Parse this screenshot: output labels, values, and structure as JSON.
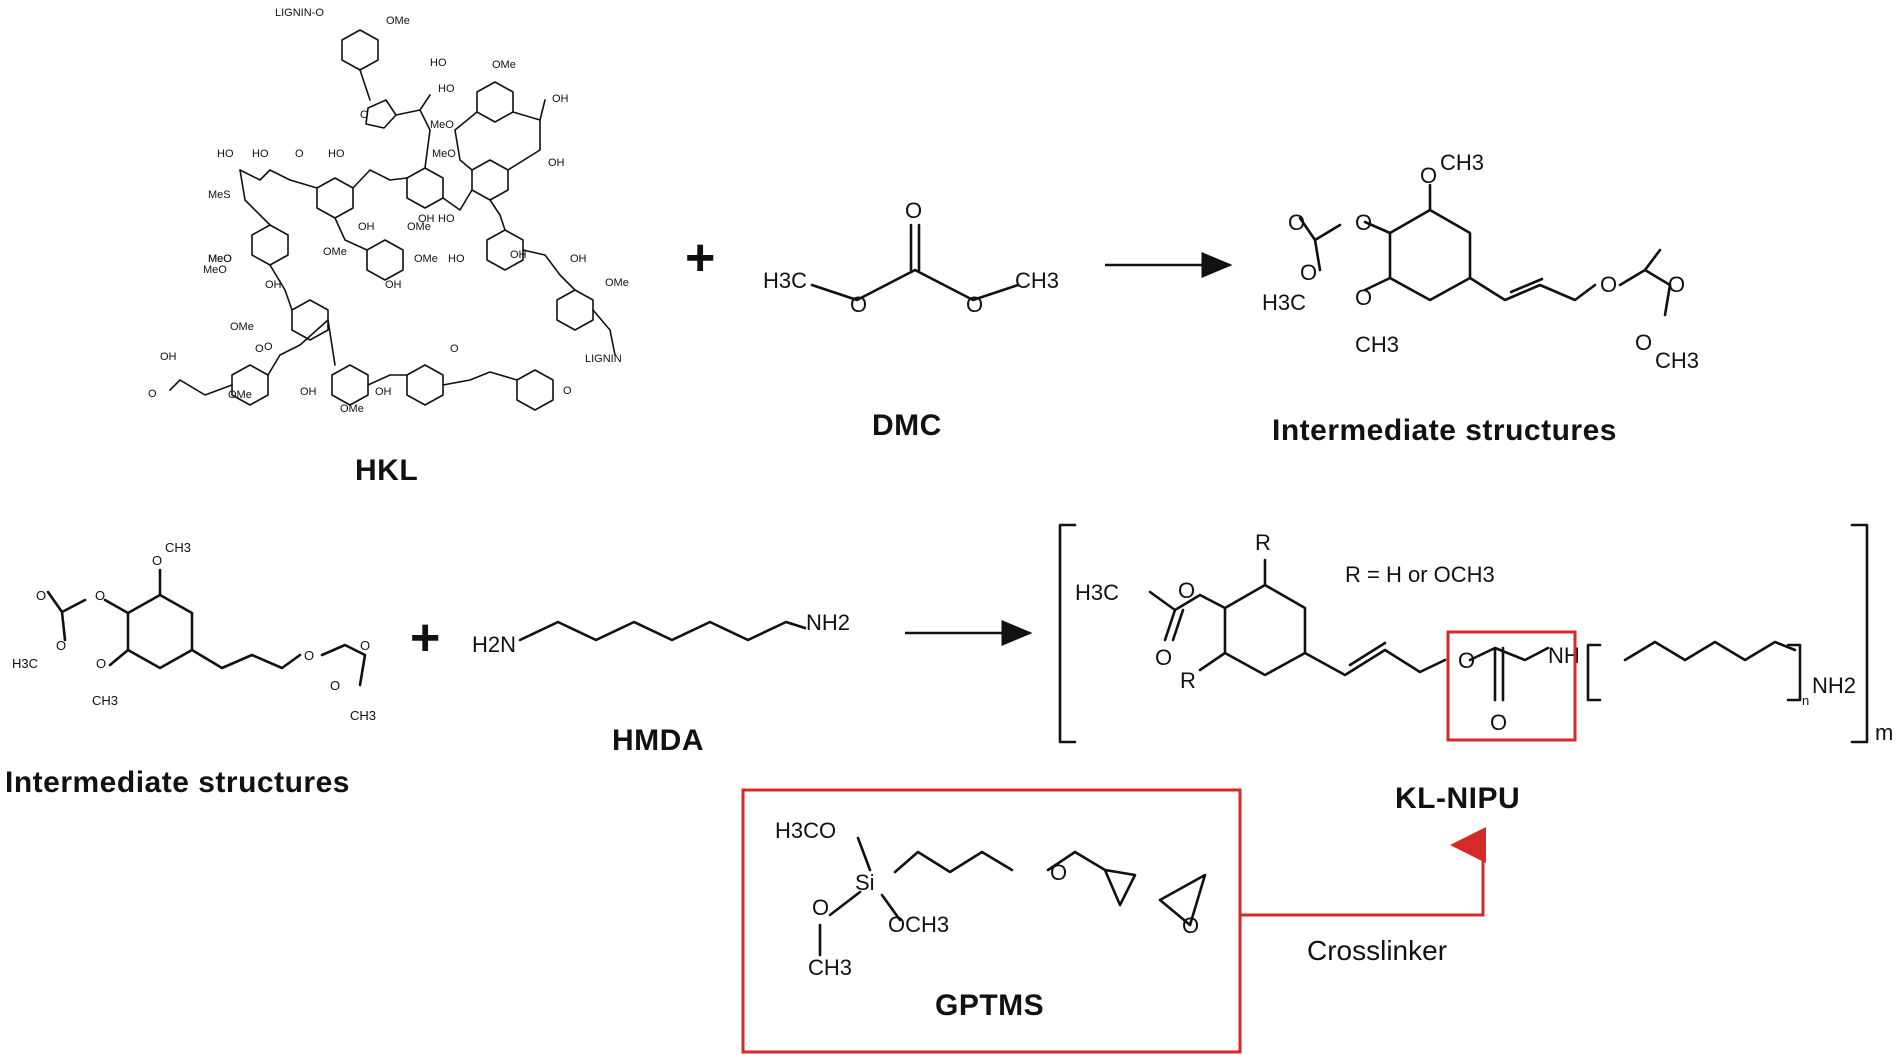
{
  "reaction1": {
    "reactant1_name": "HKL",
    "plus_sign": "+",
    "reactant2_name": "DMC",
    "reactant2_groups": {
      "left_methyl": "H3C",
      "right_methyl": "CH3",
      "carbonyl_o": "O",
      "ester_o": "O"
    },
    "product_name": "Intermediate structures"
  },
  "hkl_labels": [
    "LIGNIN-O",
    "OMe",
    "HO",
    "O",
    "HO",
    "OMe",
    "OH",
    "HO",
    "HO",
    "O",
    "HO",
    "MeO",
    "OH",
    "MeS",
    "MeO",
    "OH",
    "OMe",
    "OH",
    "HO",
    "OH",
    "OMe",
    "MeO",
    "OH",
    "OMe",
    "OH",
    "LIGNIN",
    "OH",
    "O",
    "OMe",
    "O",
    "OMe",
    "OH",
    "OH",
    "O",
    "OMe",
    "OH",
    "MeO",
    "OMe",
    "O",
    "MeO",
    "HO",
    "O"
  ],
  "reaction2": {
    "reactant1_name": "Intermediate structures",
    "plus_sign": "+",
    "reactant2_name": "HMDA",
    "hmda_groups": {
      "left_amine": "H2N",
      "right_amine": "NH2"
    },
    "product_name": "KL-NIPU",
    "r_definition": "R = H or OCH3",
    "subscript_n": "n",
    "subscript_m": "m"
  },
  "crosslinker": {
    "name": "GPTMS",
    "role_label": "Crosslinker",
    "groups": {
      "methoxy_top": "H3CO",
      "silicon": "Si",
      "methoxy_right": "OCH3",
      "oxy_left": "O",
      "methyl_left": "CH3",
      "ether_o": "O",
      "epoxide_o": "O"
    }
  },
  "colors": {
    "highlight_box": "#d42a2a",
    "bond": "#111111",
    "background": "#ffffff"
  }
}
